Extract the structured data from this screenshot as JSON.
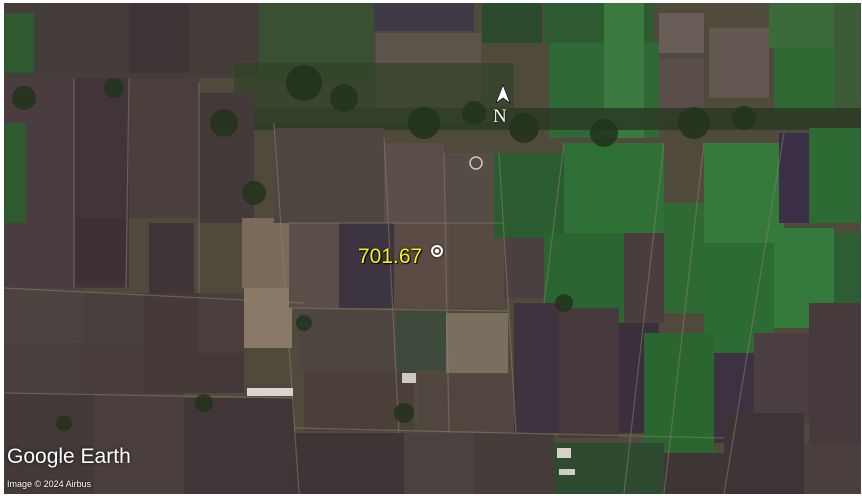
{
  "map": {
    "marker_label": "701.67",
    "north_label": "N",
    "logo_text": "Google Earth",
    "copyright": "Image © 2024 Airbus",
    "label_color": "#f4f42a",
    "icons": [
      "location-marker-icon",
      "north-arrow-icon"
    ]
  }
}
